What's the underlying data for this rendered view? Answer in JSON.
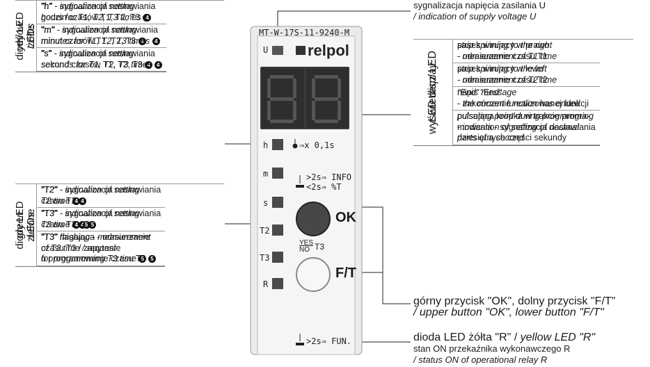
{
  "left_table_top": {
    "pl_label": "diody LED\nżółte",
    "en_label": "yellow\nLEDs",
    "pl_rows": [
      {
        "lines": [
          "\"h\" - sygnalizacja nastawiania",
          "godzin czasów T1, T2, T3"
        ],
        "num": "4"
      },
      {
        "lines": [
          "\"m\" - sygnalizacja nastawiania",
          "minut czasów T1, T2, T3"
        ],
        "num": "4"
      },
      {
        "lines": [
          "\"s\" - sygnalizacja nastawiania",
          "sekund czasów T1, T2, T3"
        ],
        "num": "4"
      }
    ],
    "en_rows": [
      {
        "lines": [
          "\"h\" - indication of setting",
          "hours for T1, T2, T3 times"
        ],
        "num": "4"
      },
      {
        "lines": [
          "\"m\" - indication of setting",
          "minutes for T1, T2, T3 times"
        ],
        "num": "4"
      },
      {
        "lines": [
          "\"s\" - indication of setting",
          "seconds for T1, T2, T3 times"
        ],
        "num": "4"
      }
    ]
  },
  "left_table_bottom": {
    "pl_label": "diody LED\nzielone",
    "en_label": "green\nLEDs",
    "pl_rows": [
      {
        "lines": [
          "\"T2\" - sygnalizacja nastawiania",
          "czasu T2"
        ],
        "num": "4"
      },
      {
        "lines": [
          "\"T3\" - sygnalizacja nastawiania",
          "czasu T3"
        ],
        "num": "4 5"
      },
      {
        "lines": [
          "\"T3\" migająca - odmierzanie",
          "czasu T3 / zapytanie",
          "o programowanie czasu T3"
        ],
        "num": "5"
      }
    ],
    "en_rows": [
      {
        "lines": [
          "\"T2\" - indication of setting",
          "T2 time"
        ],
        "num": "4"
      },
      {
        "lines": [
          "\"T3\" - indication of setting",
          "T3 time"
        ],
        "num": "4 5"
      },
      {
        "lines": [
          "\"T3\" flashing - measurement",
          "of T3 time / request",
          "for programming T3 time"
        ],
        "num": "5"
      }
    ]
  },
  "right_table": {
    "pl_label": "wyświetlacz LED",
    "en_label": "LED display",
    "pl_rows": [
      [
        "pasek wirujący w prawo",
        "- odmierzanie czasu T1"
      ],
      [
        "pasek wirujący w lewo",
        "- odmierzanie czasu T2"
      ],
      [
        "napis \"End\"",
        "- zakończenie realizowanej funkcji"
      ],
      [
        "pulsująca kropka w trakcie progra-",
        "mowania - sygnalizacja nastawiania",
        "dziesiętnych części sekundy"
      ]
    ],
    "en_rows": [
      [
        "strip spinning to the right",
        "- measurement of T1 time"
      ],
      [
        "strip spinning to the left",
        "- measurement of T2 time"
      ],
      [
        "\"End\" message",
        "- the current function has ended"
      ],
      [
        "pulsating point during programming",
        "- indication of setting of decimal",
        "parts of a second"
      ]
    ]
  },
  "device": {
    "model": "MT-W-17S-11-9240-M",
    "brand": "relpol",
    "led_u": "U",
    "leds": [
      "h",
      "m",
      "s",
      "T2",
      "T3",
      "R"
    ],
    "dot_label": "⇒x 0,1s",
    "info_line1": ">2s⇒ INFO",
    "info_line2": "<2s⇒ %T",
    "ok_label": "OK",
    "yes_label": "YES",
    "no_label": "NO",
    "t3_label": "T3",
    "ft_label": "F/T",
    "fun_label": ">2s⇒ FUN.",
    "colors": {
      "body": "#e8e8e8",
      "display": "#3a3a3a",
      "ok": "#444444",
      "ft": "#f2f2f2",
      "brand": "#222222"
    }
  },
  "callouts": {
    "supply_pl": "sygnalizacja napięcia zasilania U",
    "supply_en": "/ indication of supply voltage U",
    "buttons_pl": "górny przycisk \"OK\", dolny przycisk \"F/T\"",
    "buttons_en": "/ upper button \"OK\", lower button \"F/T\"",
    "relay_title_pl": "dioda LED żółta \"R\" / ",
    "relay_title_en": "yellow LED \"R\"",
    "relay_pl": "stan ON przekaźnika wykonawczego R",
    "relay_en": "/ status ON of operational relay R"
  }
}
